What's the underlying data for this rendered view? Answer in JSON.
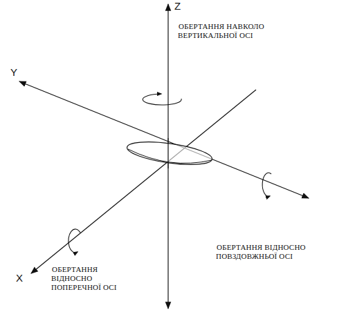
{
  "diagram": {
    "labels": [
      "Z",
      "Y",
      "X",
      "ОБЕРТАННЯ НАВКОЛО ВЕРТИКАЛЬНОЇ ОСІ",
      "ОБЕРТАННЯ ВІДНОСНО ПОВЗДОВЖНЬОЇ ОСІ",
      "ОБЕРТАННЯ ВІДНОСНО ПОПЕРЕЧНОЇ ОСІ"
    ]
  }
}
